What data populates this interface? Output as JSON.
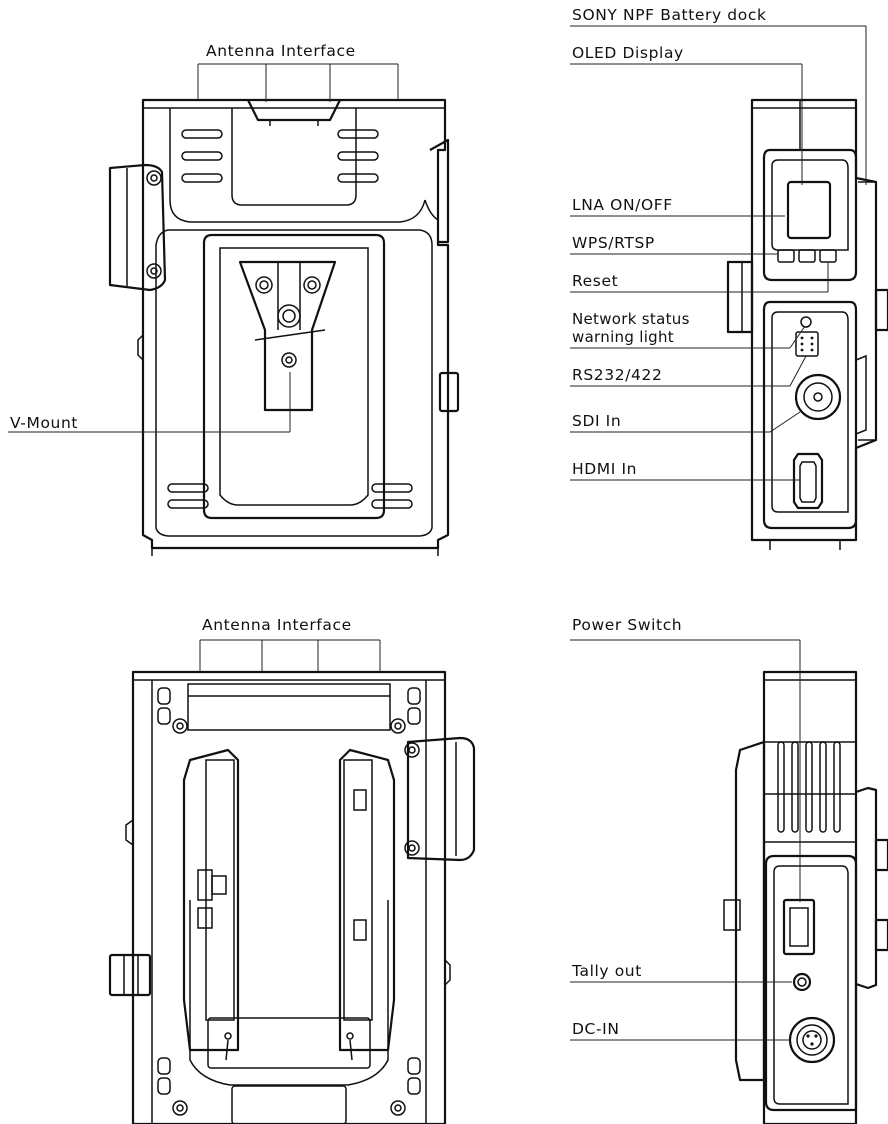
{
  "labels": {
    "antenna_interface_top": "Antenna Interface",
    "v_mount": "V-Mount",
    "sony_npf_battery_dock": "SONY NPF Battery dock",
    "oled_display": "OLED Display",
    "lna_on_off": "LNA ON/OFF",
    "wps_rtsp": "WPS/RTSP",
    "reset": "Reset",
    "network_status_line1": "Network status",
    "network_status_line2": "warning light",
    "rs232_422": "RS232/422",
    "sdi_in": "SDI In",
    "hdmi_in": "HDMI In",
    "antenna_interface_bottom": "Antenna Interface",
    "power_switch": "Power Switch",
    "tally_out": "Tally out",
    "dc_in": "DC-IN"
  }
}
